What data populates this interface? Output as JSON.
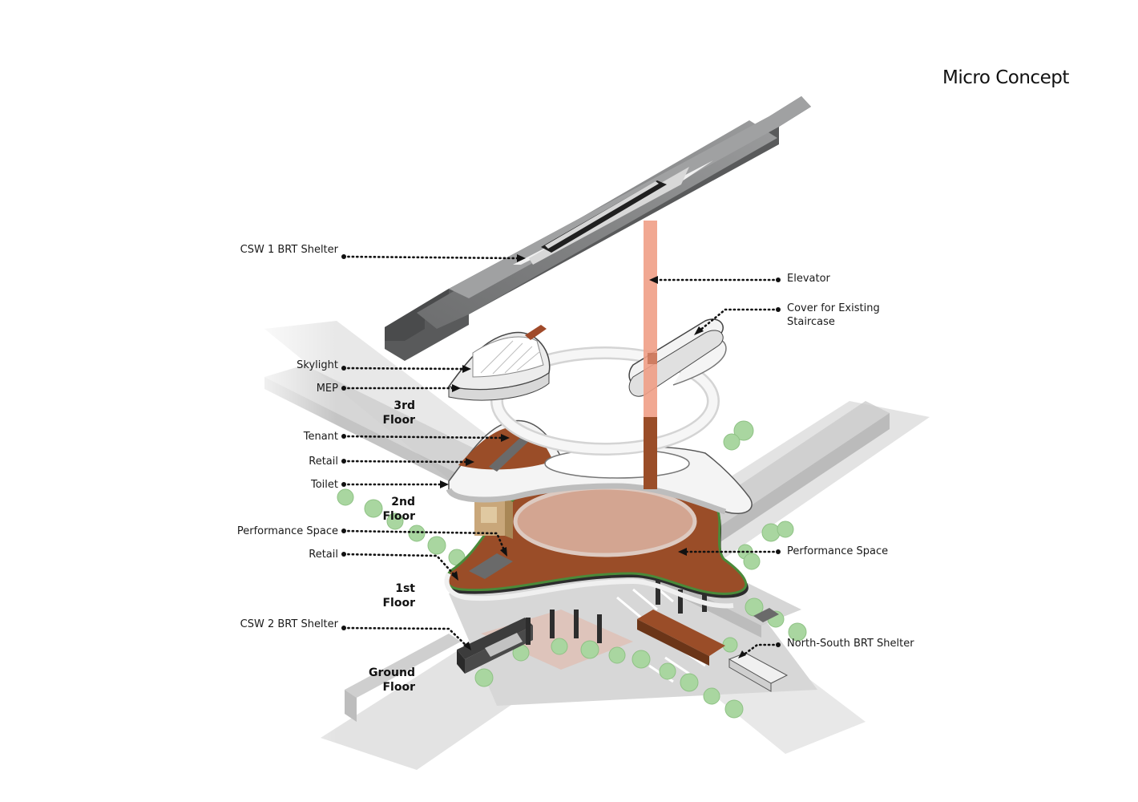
{
  "title": "Micro Concept",
  "labels_left": {
    "csw1": "CSW 1 BRT Shelter",
    "skylight": "Skylight",
    "mep": "MEP",
    "tenant": "Tenant",
    "retail_3": "Retail",
    "toilet": "Toilet",
    "performance": "Performance Space",
    "retail_2": "Retail",
    "csw2": "CSW 2 BRT Shelter"
  },
  "labels_right": {
    "elevator": "Elevator",
    "cover_line1": "Cover for Existing",
    "cover_line2": "Staircase",
    "performance": "Performance Space",
    "northsouth": "North-South BRT Shelter"
  },
  "floors": {
    "third": [
      "3rd",
      "Floor"
    ],
    "second": [
      "2nd",
      "Floor"
    ],
    "first": [
      "1st",
      "Floor"
    ],
    "ground": [
      "Ground",
      "Floor"
    ]
  },
  "colors": {
    "elevator": "#ef9f86",
    "deck_wood": "#9a4d28",
    "deck_white": "#f4f4f4",
    "roof_grey": "#7c7d7e",
    "tree": "#a9d6a0",
    "road": "#d9d9d9"
  }
}
